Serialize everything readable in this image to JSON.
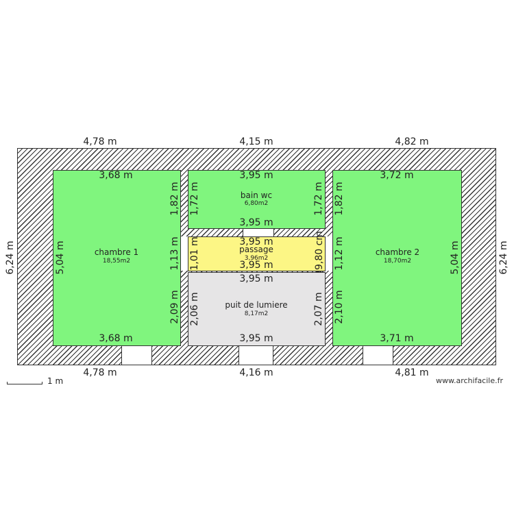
{
  "colors": {
    "bedroom": "#80f57e",
    "bathroom": "#80f57e",
    "passage": "#fcf685",
    "lightwell": "#e6e5e6",
    "wall_hatch": "#333333"
  },
  "exterior": {
    "top_dims": [
      "4,78 m",
      "4,15 m",
      "4,82 m"
    ],
    "bottom_dims": [
      "4,78 m",
      "4,16 m",
      "4,81 m"
    ],
    "left_dim": "6,24 m",
    "right_dim": "6,24 m"
  },
  "rooms": {
    "chambre1": {
      "name": "chambre 1",
      "area": "18,55m2",
      "top": "3,68 m",
      "bottom": "3,68 m",
      "left": "5,04 m",
      "right_segments": [
        "1,82 m",
        "1,13 m",
        "2,09 m"
      ]
    },
    "bain": {
      "name": "bain wc",
      "area": "6,80m2",
      "top": "3,95 m",
      "bottom": "3,95 m",
      "left": "1,72 m",
      "right": "1,72 m"
    },
    "passage": {
      "name": "passage",
      "area": "3,96m2",
      "top": "3,95 m",
      "bottom": "3,95 m",
      "left": "1,01 m",
      "right": "99,80 cm"
    },
    "puit": {
      "name": "puit de lumiere",
      "area": "8,17m2",
      "top": "3,95 m",
      "bottom": "3,95 m",
      "left": "2,06 m",
      "right": "2,07 m"
    },
    "chambre2": {
      "name": "chambre 2",
      "area": "18,70m2",
      "top": "3,72 m",
      "bottom": "3,71 m",
      "right": "5,04 m",
      "left_segments": [
        "1,82 m",
        "1,12 m",
        "2,10 m"
      ]
    }
  },
  "scale": {
    "label": "1 m"
  },
  "watermark": "www.archifacile.fr"
}
